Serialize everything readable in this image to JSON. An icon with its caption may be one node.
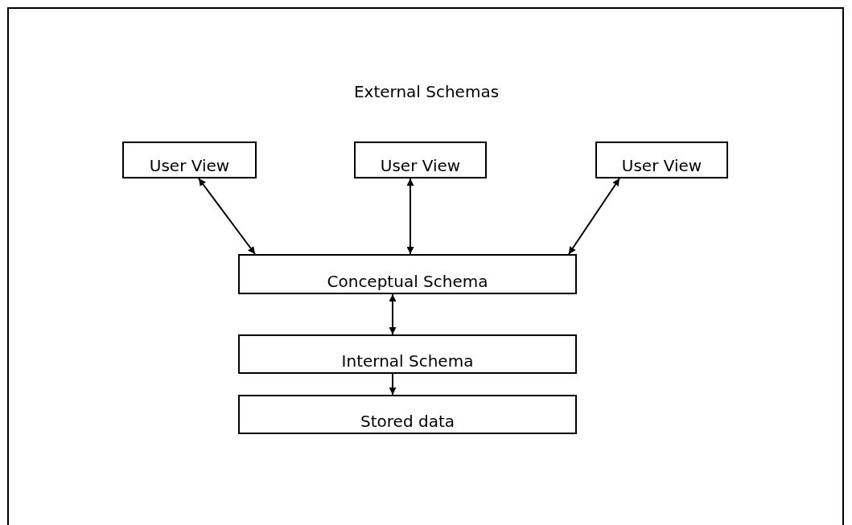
{
  "diagram": {
    "title": "External Schemas",
    "nodes": [
      {
        "text": [
          "User View"
        ]
      },
      {
        "text": [
          "User View"
        ]
      },
      {
        "text": [
          "User View"
        ]
      },
      {
        "text": [
          "Conceptual Schema"
        ]
      },
      {
        "text": [
          "Internal Schema"
        ]
      },
      {
        "text": [
          "Stored data"
        ]
      }
    ],
    "edges": [
      {
        "from": 0,
        "to": 3,
        "arrow": "both"
      },
      {
        "from": 1,
        "to": 3,
        "arrow": "both"
      },
      {
        "from": 2,
        "to": 3,
        "arrow": "both"
      },
      {
        "from": 3,
        "to": 4,
        "arrow": "both"
      },
      {
        "from": 4,
        "to": 5,
        "arrow": "to"
      }
    ]
  }
}
